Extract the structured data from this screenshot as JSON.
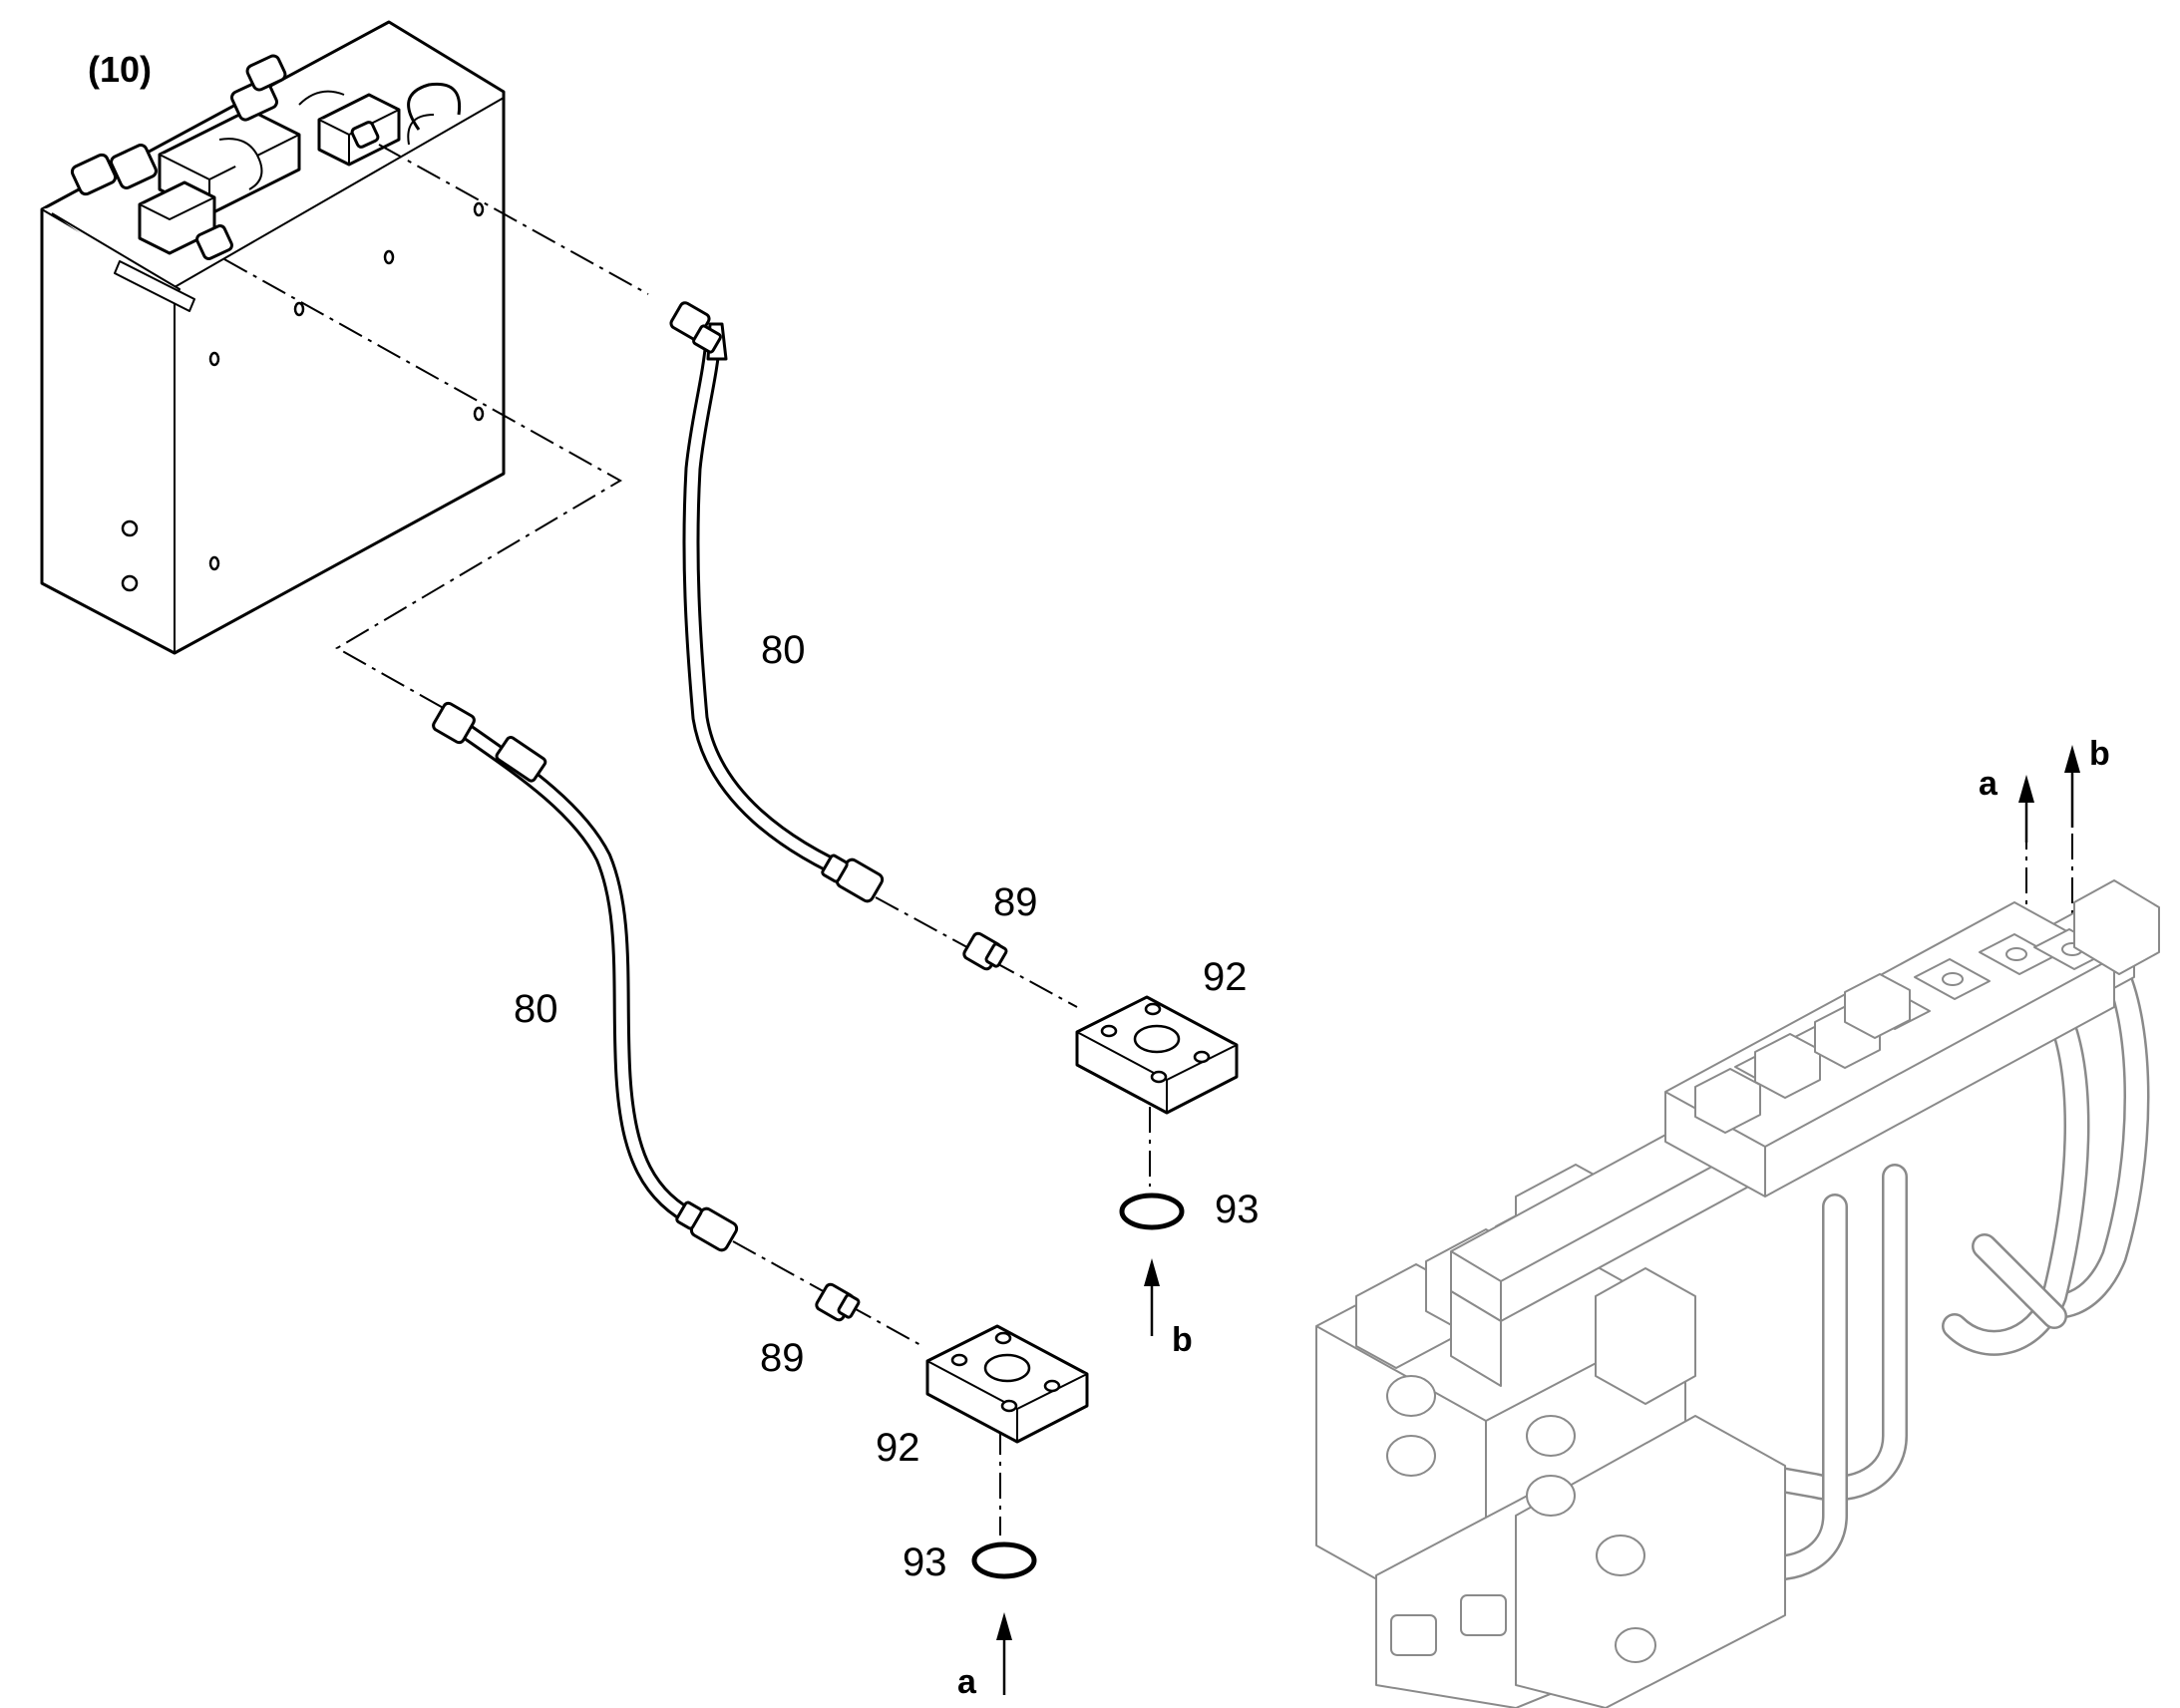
{
  "group_label": "(10)",
  "parts": {
    "hose_upper": "80",
    "hose_lower": "80",
    "adapter_upper": "89",
    "adapter_lower": "89",
    "flange_upper": "92",
    "flange_lower": "92",
    "oring_upper": "93",
    "oring_lower": "93"
  },
  "connections": {
    "a_bottom": "a",
    "b_bottom": "b",
    "a_top": "a",
    "b_top": "b"
  }
}
